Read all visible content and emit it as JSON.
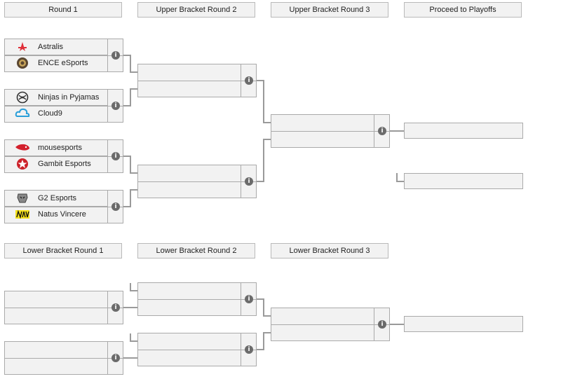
{
  "headers": {
    "round1": "Round 1",
    "ubr2": "Upper Bracket Round 2",
    "ubr3": "Upper Bracket Round 3",
    "playoffs": "Proceed to Playoffs",
    "lbr1": "Lower Bracket Round 1",
    "lbr2": "Lower Bracket Round 2",
    "lbr3": "Lower Bracket Round 3"
  },
  "round1_matches": [
    {
      "top": "Astralis",
      "bottom": "ENCE eSports",
      "top_icon": "astralis-logo",
      "bottom_icon": "ence-logo"
    },
    {
      "top": "Ninjas in Pyjamas",
      "bottom": "Cloud9",
      "top_icon": "nip-logo",
      "bottom_icon": "cloud9-logo"
    },
    {
      "top": "mousesports",
      "bottom": "Gambit Esports",
      "top_icon": "mousesports-logo",
      "bottom_icon": "gambit-logo"
    },
    {
      "top": "G2 Esports",
      "bottom": "Natus Vincere",
      "top_icon": "g2-logo",
      "bottom_icon": "navi-logo"
    }
  ],
  "info_symbol": "i",
  "colors": {
    "box_bg": "#f2f2f2",
    "border": "#aaaaaa",
    "connector": "#999999",
    "info_bg": "#6b6b6b",
    "astralis_red": "#e0303a",
    "cloud9_blue": "#2b9fd9",
    "mouse_red": "#d3202c",
    "gambit_red": "#cc2129",
    "navi_yellow": "#f5e11a"
  }
}
